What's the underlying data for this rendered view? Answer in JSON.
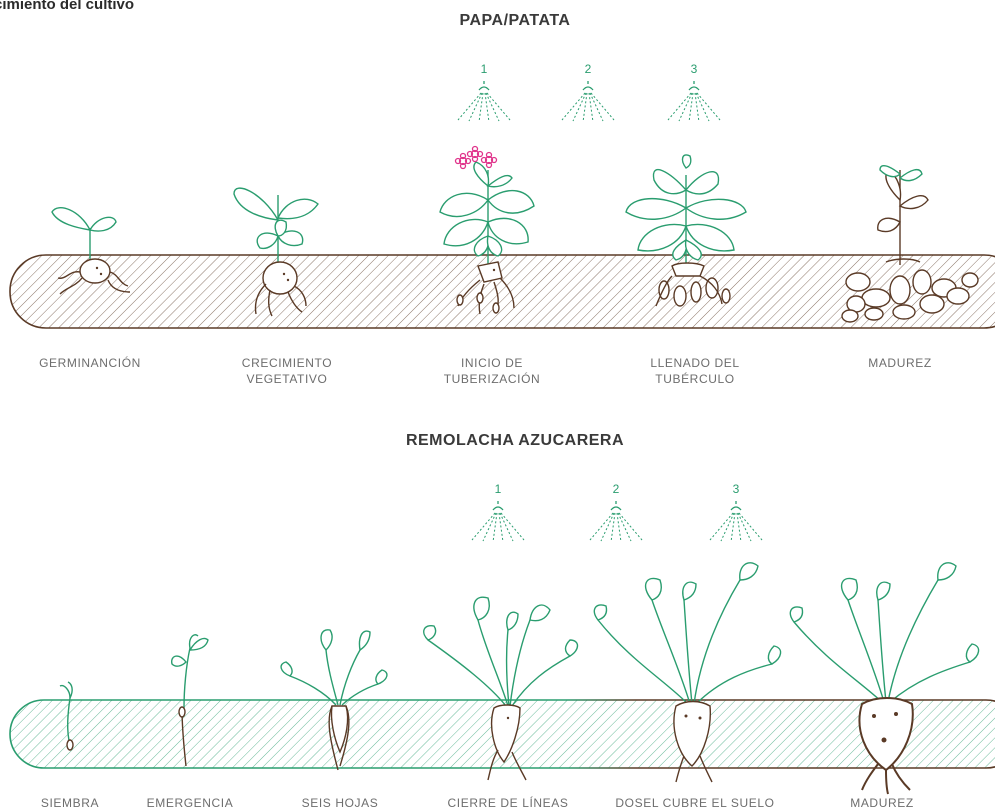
{
  "page": {
    "heading": "cimiento del cultivo"
  },
  "potato": {
    "title": "PAPA/PATATA",
    "stages": [
      {
        "label": "GERMINANCIÓN"
      },
      {
        "label": "CRECIMIENTO\nVEGETATIVO"
      },
      {
        "label": "INICIO DE\nTUBERIZACIÓN"
      },
      {
        "label": "LLENADO DEL\nTUBÉRCULO"
      },
      {
        "label": "MADUREZ"
      }
    ],
    "sprays": [
      "1",
      "2",
      "3"
    ]
  },
  "beet": {
    "title": "REMOLACHA AZUCARERA",
    "stages": [
      {
        "label": "SIEMBRA"
      },
      {
        "label": "EMERGENCIA"
      },
      {
        "label": "SEIS HOJAS"
      },
      {
        "label": "CIERRE DE LÍNEAS"
      },
      {
        "label": "DOSEL CUBRE EL SUELO"
      },
      {
        "label": "MADUREZ"
      }
    ],
    "sprays": [
      "1",
      "2",
      "3"
    ]
  },
  "colors": {
    "green": "#2a9d6f",
    "brown": "#5a3a26",
    "flower": "#e0338b",
    "label_gray": "#6d6d6d"
  }
}
